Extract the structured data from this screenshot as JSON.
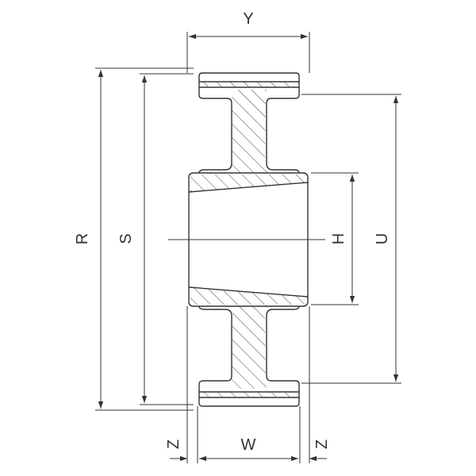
{
  "labels": {
    "y": "Y",
    "r": "R",
    "s": "S",
    "h": "H",
    "u": "U",
    "z_left": "Z",
    "w": "W",
    "z_right": "Z"
  },
  "colors": {
    "line": "#333333",
    "background": "#ffffff"
  }
}
